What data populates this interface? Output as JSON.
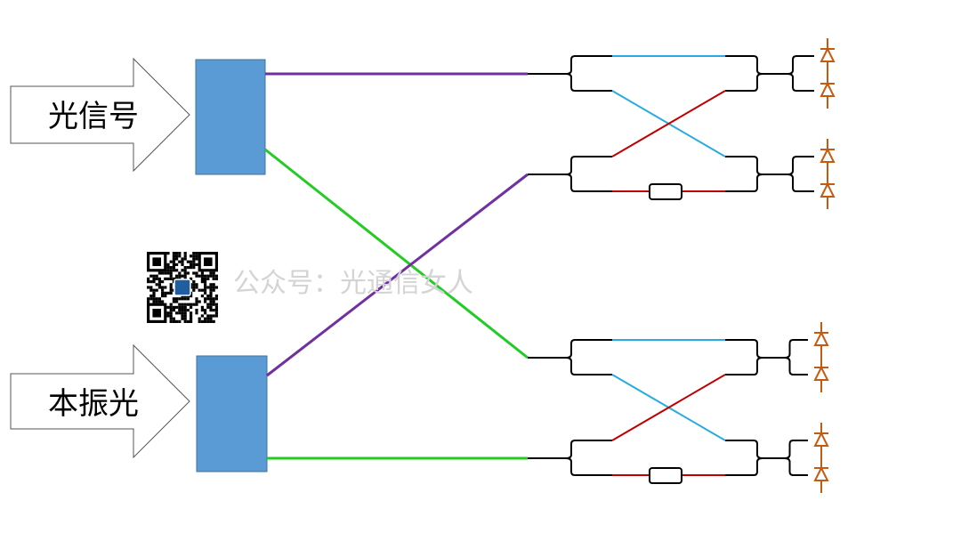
{
  "labels": {
    "signal": "光信号",
    "local_oscillator": "本振光"
  },
  "watermark": "公众号：光通信女人",
  "colors": {
    "box": "#5b9bd5",
    "purple": "#7030a0",
    "green": "#22cc22",
    "cyan": "#29abe2",
    "red": "#c00000",
    "diode": "#c55a11",
    "fiber": "#000000"
  }
}
